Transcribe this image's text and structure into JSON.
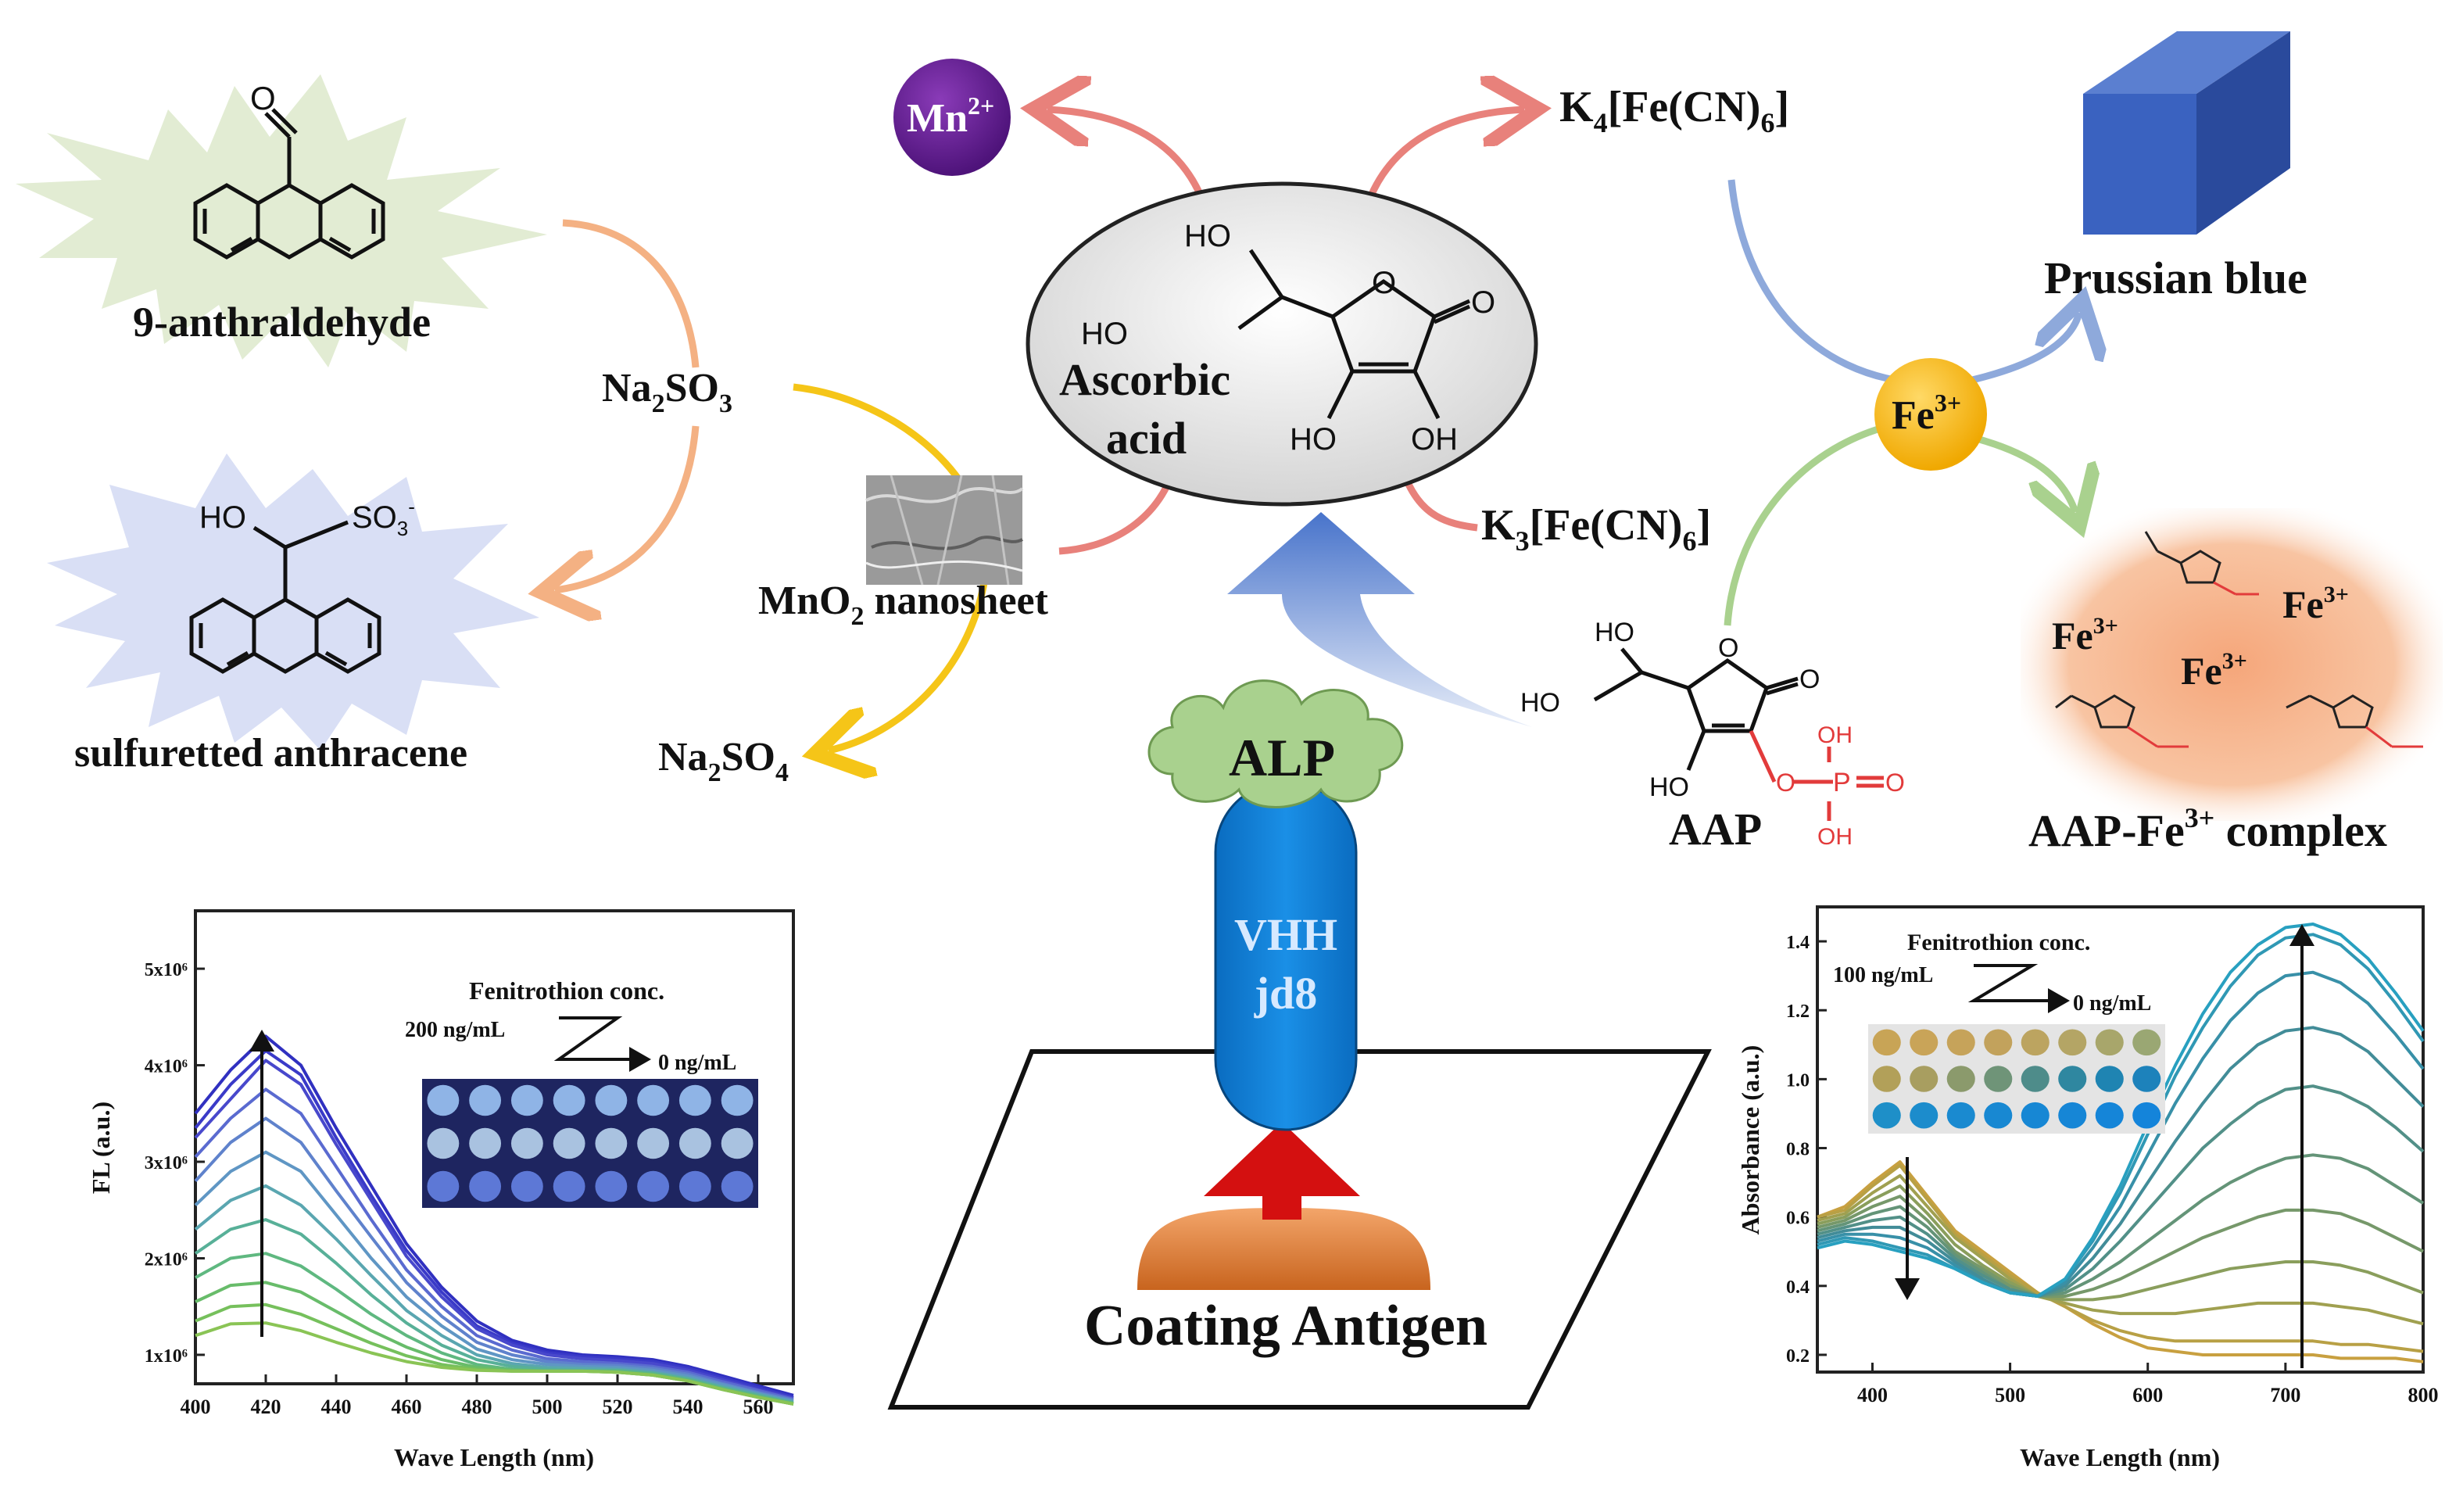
{
  "labels": {
    "anthraldehyde": "9-anthraldehyde",
    "sulfuretted": "sulfuretted anthracene",
    "na2so3": "Na",
    "na2so3_sub1": "2",
    "na2so3_mid": "SO",
    "na2so3_sub2": "3",
    "na2so4": "Na",
    "na2so4_sub1": "2",
    "na2so4_mid": "SO",
    "na2so4_sub2": "4",
    "mno2": "MnO",
    "mno2_sub": "2",
    "mno2_rest": " nanosheet",
    "mn": "Mn",
    "mn_sup": "2+",
    "ascorbic_line1": "Ascorbic",
    "ascorbic_line2": "acid",
    "k4_a": "K",
    "k4_sub": "4",
    "k4_b": "[Fe(CN)",
    "k4_sub2": "6",
    "k4_c": "]",
    "k3_a": "K",
    "k3_sub": "3",
    "k3_b": "[Fe(CN)",
    "k3_sub2": "6",
    "k3_c": "]",
    "prussian": "Prussian blue",
    "fe": "Fe",
    "fe_sup": "3+",
    "aap": "AAP",
    "complex_a": "AAP-Fe",
    "complex_sup": "3+",
    "complex_b": " complex",
    "alp": "ALP",
    "vhh1": "VHH",
    "vhh2": "jd8",
    "coating": "Coating Antigen"
  },
  "molecule_text": {
    "cho_o": "O",
    "ho": "HO",
    "so3": "SO",
    "so3_sub": "3",
    "so3_sup": "-",
    "oh": "OH",
    "o": "O",
    "p": "P"
  },
  "colors": {
    "orange_arrow": "#f4b183",
    "yellow_arrow": "#f5c518",
    "red_arrow": "#e8817b",
    "blue_arrow": "#8ea9db",
    "green_arrow": "#a9d18e",
    "purple": "#6b1f9a",
    "fe_circle": "#ffc000",
    "prussian_blue": "#2f5597",
    "vhh_blue": "#0f7fd6",
    "alp_green": "#a9d18e",
    "antigen": "#e38c44",
    "phosphate_red": "#e23b3b"
  },
  "chart_fl": {
    "type": "line",
    "xlabel": "Wave Length (nm)",
    "ylabel": "FL (a.u.)",
    "xlim": [
      400,
      570
    ],
    "ylim": [
      700000,
      5600000
    ],
    "xticks": [
      "400",
      "420",
      "440",
      "460",
      "480",
      "500",
      "520",
      "540",
      "560"
    ],
    "yticks": [
      "1x10⁶",
      "2x10⁶",
      "3x10⁶",
      "4x10⁶",
      "5x10⁶"
    ],
    "inset_title": "Fenitrothion conc.",
    "inset_high": "200 ng/mL",
    "inset_low": "0 ng/mL",
    "x": [
      400,
      410,
      420,
      430,
      440,
      450,
      460,
      470,
      480,
      490,
      500,
      510,
      520,
      530,
      540,
      550,
      560,
      570
    ],
    "series": [
      {
        "color": "#3030c0",
        "values": [
          3.5,
          3.95,
          4.3,
          4.0,
          3.35,
          2.75,
          2.15,
          1.7,
          1.35,
          1.15,
          1.05,
          1.0,
          0.98,
          0.95,
          0.88,
          0.78,
          0.68,
          0.58
        ]
      },
      {
        "color": "#3a3ac8",
        "values": [
          3.35,
          3.8,
          4.15,
          3.9,
          3.25,
          2.65,
          2.08,
          1.65,
          1.3,
          1.12,
          1.02,
          0.98,
          0.96,
          0.93,
          0.86,
          0.76,
          0.66,
          0.56
        ]
      },
      {
        "color": "#4848cc",
        "values": [
          3.25,
          3.65,
          4.05,
          3.8,
          3.18,
          2.6,
          2.02,
          1.6,
          1.27,
          1.1,
          1.0,
          0.96,
          0.94,
          0.91,
          0.84,
          0.74,
          0.64,
          0.55
        ]
      },
      {
        "color": "#5a6ad0",
        "values": [
          3.05,
          3.45,
          3.75,
          3.5,
          2.95,
          2.4,
          1.88,
          1.5,
          1.2,
          1.05,
          0.96,
          0.93,
          0.91,
          0.88,
          0.82,
          0.72,
          0.63,
          0.54
        ]
      },
      {
        "color": "#5f82cc",
        "values": [
          2.8,
          3.2,
          3.45,
          3.2,
          2.7,
          2.22,
          1.75,
          1.4,
          1.13,
          1.0,
          0.93,
          0.9,
          0.89,
          0.86,
          0.8,
          0.7,
          0.61,
          0.53
        ]
      },
      {
        "color": "#5f96c4",
        "values": [
          2.55,
          2.9,
          3.1,
          2.9,
          2.45,
          2.0,
          1.6,
          1.3,
          1.06,
          0.95,
          0.9,
          0.88,
          0.87,
          0.84,
          0.78,
          0.69,
          0.6,
          0.52
        ]
      },
      {
        "color": "#5aa6b0",
        "values": [
          2.3,
          2.6,
          2.75,
          2.55,
          2.2,
          1.82,
          1.46,
          1.2,
          1.0,
          0.91,
          0.87,
          0.86,
          0.85,
          0.82,
          0.76,
          0.67,
          0.59,
          0.51
        ]
      },
      {
        "color": "#58b098",
        "values": [
          2.05,
          2.3,
          2.4,
          2.25,
          1.95,
          1.62,
          1.33,
          1.1,
          0.95,
          0.88,
          0.85,
          0.84,
          0.84,
          0.81,
          0.75,
          0.66,
          0.58,
          0.5
        ]
      },
      {
        "color": "#5fb880",
        "values": [
          1.8,
          2.0,
          2.05,
          1.92,
          1.68,
          1.42,
          1.2,
          1.02,
          0.9,
          0.85,
          0.83,
          0.83,
          0.83,
          0.8,
          0.74,
          0.65,
          0.57,
          0.5
        ]
      },
      {
        "color": "#68bc6a",
        "values": [
          1.55,
          1.72,
          1.75,
          1.65,
          1.45,
          1.25,
          1.08,
          0.95,
          0.87,
          0.84,
          0.83,
          0.83,
          0.82,
          0.79,
          0.73,
          0.64,
          0.56,
          0.49
        ]
      },
      {
        "color": "#76c05c",
        "values": [
          1.35,
          1.5,
          1.52,
          1.42,
          1.27,
          1.12,
          0.99,
          0.9,
          0.85,
          0.83,
          0.83,
          0.83,
          0.82,
          0.79,
          0.73,
          0.64,
          0.56,
          0.49
        ]
      },
      {
        "color": "#8ac455",
        "values": [
          1.2,
          1.32,
          1.33,
          1.25,
          1.13,
          1.02,
          0.93,
          0.87,
          0.84,
          0.83,
          0.83,
          0.83,
          0.82,
          0.79,
          0.73,
          0.64,
          0.56,
          0.49
        ]
      }
    ]
  },
  "chart_abs": {
    "type": "line",
    "xlabel": "Wave Length (nm)",
    "ylabel": "Absorbance (a.u.)",
    "xlim": [
      360,
      800
    ],
    "ylim": [
      0.15,
      1.5
    ],
    "xticks": [
      "400",
      "500",
      "600",
      "700",
      "800"
    ],
    "yticks": [
      "0.2",
      "0.4",
      "0.6",
      "0.8",
      "1.0",
      "1.2",
      "1.4"
    ],
    "inset_title": "Fenitrothion conc.",
    "inset_high": "100 ng/mL",
    "inset_low": "0 ng/mL",
    "x": [
      360,
      380,
      400,
      420,
      440,
      460,
      480,
      500,
      520,
      540,
      560,
      580,
      600,
      620,
      640,
      660,
      680,
      700,
      720,
      740,
      760,
      780,
      800
    ],
    "series": [
      {
        "color": "#c8a040",
        "values": [
          0.6,
          0.63,
          0.7,
          0.76,
          0.66,
          0.56,
          0.5,
          0.44,
          0.38,
          0.34,
          0.29,
          0.25,
          0.22,
          0.21,
          0.2,
          0.2,
          0.2,
          0.2,
          0.2,
          0.19,
          0.19,
          0.19,
          0.18
        ]
      },
      {
        "color": "#b8a045",
        "values": [
          0.6,
          0.62,
          0.69,
          0.75,
          0.65,
          0.55,
          0.49,
          0.43,
          0.38,
          0.34,
          0.3,
          0.27,
          0.25,
          0.24,
          0.24,
          0.24,
          0.24,
          0.24,
          0.24,
          0.23,
          0.23,
          0.22,
          0.21
        ]
      },
      {
        "color": "#a0a050",
        "values": [
          0.59,
          0.61,
          0.67,
          0.72,
          0.63,
          0.54,
          0.48,
          0.42,
          0.37,
          0.35,
          0.33,
          0.32,
          0.32,
          0.32,
          0.33,
          0.34,
          0.35,
          0.35,
          0.35,
          0.34,
          0.33,
          0.31,
          0.29
        ]
      },
      {
        "color": "#8a9e5c",
        "values": [
          0.58,
          0.6,
          0.65,
          0.69,
          0.61,
          0.52,
          0.46,
          0.41,
          0.37,
          0.36,
          0.36,
          0.37,
          0.39,
          0.41,
          0.43,
          0.45,
          0.46,
          0.47,
          0.47,
          0.46,
          0.44,
          0.41,
          0.38
        ]
      },
      {
        "color": "#76986a",
        "values": [
          0.57,
          0.59,
          0.63,
          0.66,
          0.59,
          0.5,
          0.45,
          0.4,
          0.37,
          0.37,
          0.39,
          0.42,
          0.46,
          0.5,
          0.54,
          0.57,
          0.6,
          0.62,
          0.62,
          0.61,
          0.58,
          0.54,
          0.5
        ]
      },
      {
        "color": "#649478",
        "values": [
          0.56,
          0.58,
          0.61,
          0.63,
          0.57,
          0.49,
          0.44,
          0.39,
          0.37,
          0.38,
          0.42,
          0.47,
          0.53,
          0.59,
          0.65,
          0.7,
          0.74,
          0.77,
          0.78,
          0.77,
          0.74,
          0.69,
          0.64
        ]
      },
      {
        "color": "#529088",
        "values": [
          0.55,
          0.57,
          0.59,
          0.6,
          0.55,
          0.48,
          0.43,
          0.39,
          0.37,
          0.39,
          0.45,
          0.53,
          0.62,
          0.71,
          0.8,
          0.87,
          0.93,
          0.97,
          0.98,
          0.96,
          0.92,
          0.86,
          0.79
        ]
      },
      {
        "color": "#428c98",
        "values": [
          0.54,
          0.56,
          0.57,
          0.57,
          0.53,
          0.47,
          0.42,
          0.38,
          0.37,
          0.4,
          0.48,
          0.58,
          0.7,
          0.82,
          0.93,
          1.03,
          1.1,
          1.14,
          1.15,
          1.13,
          1.08,
          1.0,
          0.92
        ]
      },
      {
        "color": "#3890a8",
        "values": [
          0.53,
          0.55,
          0.55,
          0.54,
          0.51,
          0.46,
          0.41,
          0.38,
          0.37,
          0.41,
          0.51,
          0.63,
          0.78,
          0.93,
          1.06,
          1.17,
          1.25,
          1.3,
          1.31,
          1.28,
          1.22,
          1.13,
          1.03
        ]
      },
      {
        "color": "#3098b4",
        "values": [
          0.52,
          0.54,
          0.53,
          0.51,
          0.49,
          0.45,
          0.41,
          0.38,
          0.37,
          0.42,
          0.53,
          0.67,
          0.84,
          1.01,
          1.15,
          1.27,
          1.36,
          1.41,
          1.42,
          1.39,
          1.32,
          1.22,
          1.11
        ]
      },
      {
        "color": "#28a0c0",
        "values": [
          0.51,
          0.53,
          0.52,
          0.5,
          0.48,
          0.45,
          0.41,
          0.38,
          0.37,
          0.42,
          0.54,
          0.69,
          0.87,
          1.04,
          1.19,
          1.31,
          1.39,
          1.44,
          1.45,
          1.42,
          1.35,
          1.25,
          1.14
        ]
      }
    ]
  }
}
